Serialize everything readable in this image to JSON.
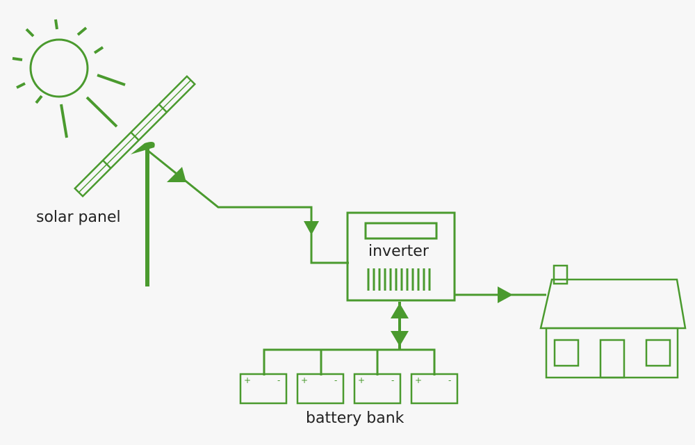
{
  "labels": {
    "solar_panel": "solar panel",
    "inverter": "inverter",
    "battery_bank": "battery bank"
  },
  "battery_terminals": {
    "positive": "+",
    "negative": "-"
  },
  "colors": {
    "accent": "#4a9a2e",
    "text": "#222222",
    "background": "#f7f7f7"
  }
}
